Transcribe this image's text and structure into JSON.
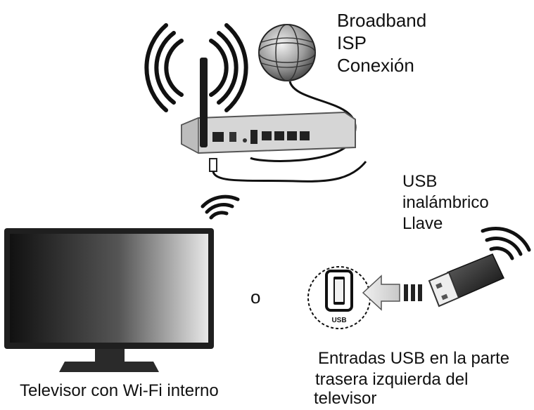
{
  "isp_label": {
    "line1": "Broadband",
    "line2": "ISP",
    "line3": "Conexión"
  },
  "dongle_label": {
    "line1": "USB",
    "line2": "inalámbrico",
    "line3": "Llave"
  },
  "or_label": "o",
  "tv_caption": "Televisor con Wi-Fi interno",
  "usb_port_caption": {
    "line1": "Entradas USB en la parte",
    "line2": "trasera izquierda del",
    "line3": "televisor"
  },
  "usb_port_text": "USB",
  "colors": {
    "ink": "#111111",
    "router": "#d4d4d4",
    "screen_dark": "#1a1a1a",
    "screen_light": "#e6e6e6"
  }
}
